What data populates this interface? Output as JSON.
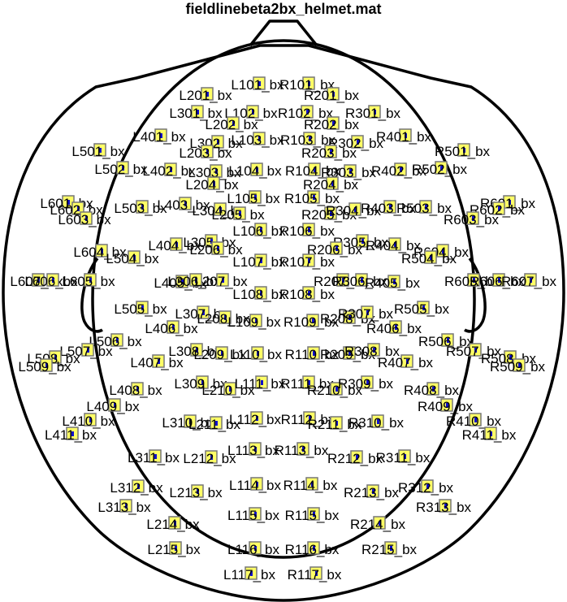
{
  "title": "fieldlinebeta2bx_helmet.mat",
  "colors": {
    "outline": "#000000",
    "sensor_fill": "#ffff66",
    "sensor_border": "#777777",
    "orientation_marker": "#1010cc",
    "text": "#000000",
    "background": "#ffffff"
  },
  "channels": [
    "L101_bx",
    "R101_bx",
    "L201_bx",
    "R201_bx",
    "L301_bx",
    "L102_bx",
    "R102_bx",
    "R301_bx",
    "L202_bx",
    "R202_bx",
    "L401_bx",
    "L302_bx",
    "L103_bx",
    "R103_bx",
    "R302_bx",
    "R401_bx",
    "L501_bx",
    "L203_bx",
    "R203_bx",
    "R501_bx",
    "L502_bx",
    "L402_bx",
    "L303_bx",
    "L104_bx",
    "R104_bx",
    "R303_bx",
    "R402_bx",
    "R502_bx",
    "L204_bx",
    "R204_bx",
    "L601_bx",
    "L105_bx",
    "R105_bx",
    "R601_bx",
    "L602_bx",
    "L503_bx",
    "L403_bx",
    "L304_bx",
    "L205_bx",
    "R205_bx",
    "R304_bx",
    "R403_bx",
    "R503_bx",
    "R602_bx",
    "L603_bx",
    "R603_bx",
    "L106_bx",
    "R106_bx",
    "L404_bx",
    "L305_bx",
    "R305_bx",
    "R404_bx",
    "L604_bx",
    "L206_bx",
    "R206_bx",
    "R604_bx",
    "L504_bx",
    "R504_bx",
    "L107_bx",
    "R107_bx",
    "L607_bx",
    "L606_bx",
    "L605_bx",
    "L405_bx",
    "L306_bx",
    "L207_bx",
    "R207_bx",
    "R306_bx",
    "R405_bx",
    "R605_bx",
    "R606_bx",
    "R607_bx",
    "L108_bx",
    "R108_bx",
    "L505_bx",
    "R505_bx",
    "L307_bx",
    "L208_bx",
    "R208_bx",
    "R307_bx",
    "L109_bx",
    "R109_bx",
    "L406_bx",
    "R406_bx",
    "L506_bx",
    "R506_bx",
    "L507_bx",
    "R507_bx",
    "L308_bx",
    "L209_bx",
    "L110_bx",
    "R110_bx",
    "R209_bx",
    "R308_bx",
    "L508_bx",
    "R508_bx",
    "L407_bx",
    "R407_bx",
    "L509_bx",
    "R509_bx",
    "L408_bx",
    "R408_bx",
    "L309_bx",
    "L210_bx",
    "L111_bx",
    "R111_bx",
    "R210_bx",
    "R309_bx",
    "L409_bx",
    "R409_bx",
    "L410_bx",
    "R410_bx",
    "L310_bx",
    "L211_bx",
    "L112_bx",
    "R112_bx",
    "R211_bx",
    "R310_bx",
    "L411_bx",
    "R411_bx",
    "L113_bx",
    "R113_bx",
    "L311_bx",
    "L212_bx",
    "R212_bx",
    "R311_bx",
    "L312_bx",
    "R312_bx",
    "L213_bx",
    "L114_bx",
    "R114_bx",
    "R213_bx",
    "L313_bx",
    "R313_bx",
    "L115_bx",
    "R115_bx",
    "L214_bx",
    "R214_bx",
    "L215_bx",
    "L116_bx",
    "R116_bx",
    "R215_bx",
    "L117_bx",
    "R117_bx"
  ]
}
